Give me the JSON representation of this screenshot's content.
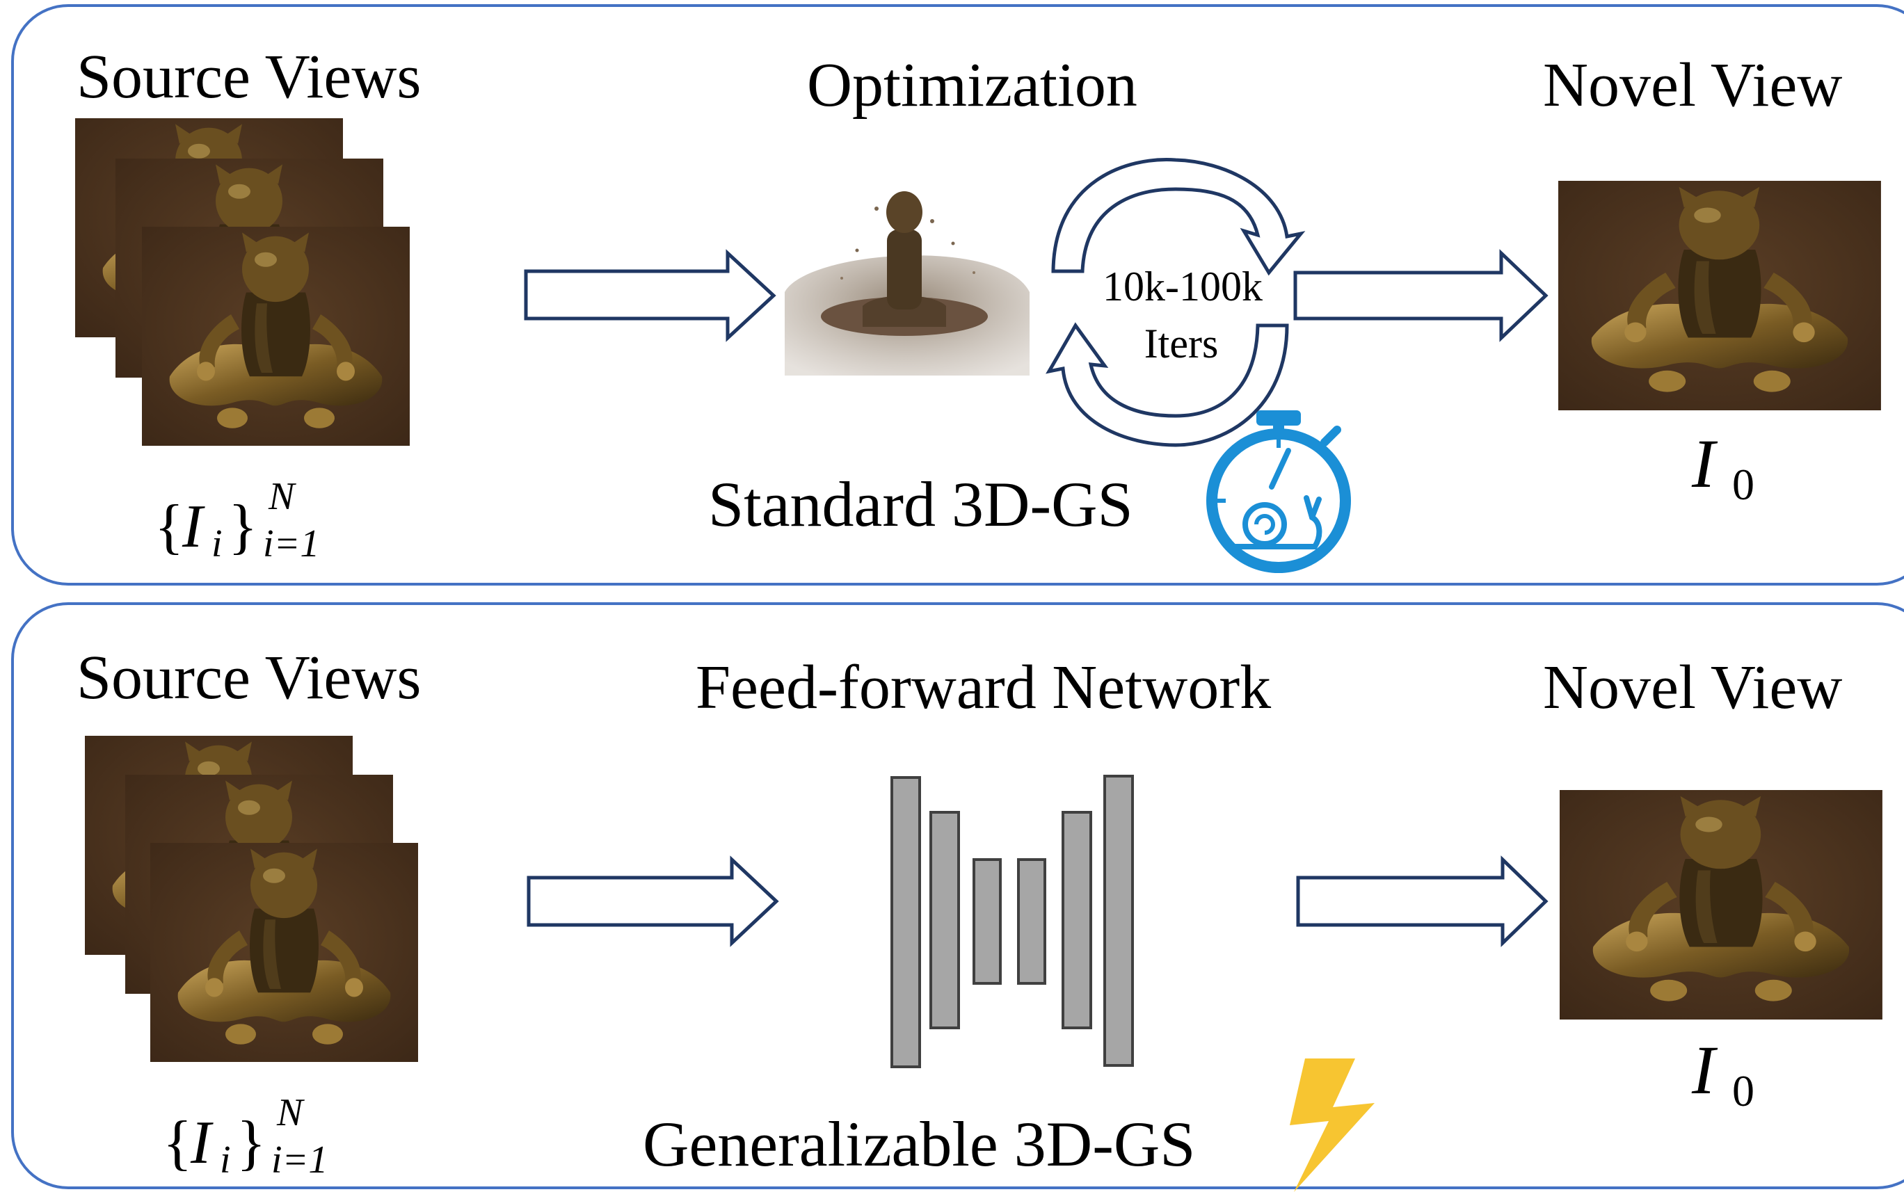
{
  "top_panel": {
    "source_label": "Source Views",
    "method_label": "Optimization",
    "output_label": "Novel View",
    "iter_line1": "10k-100k",
    "iter_line2": "Iters",
    "caption": "Standard 3D-GS",
    "caption_icon": "stopwatch-snail-icon",
    "input_math": {
      "open": "{",
      "var": "I",
      "sub": "i",
      "close": "}",
      "sup": "N",
      "lower": "i=1"
    },
    "output_math": {
      "var": "I",
      "sub": "0"
    }
  },
  "bottom_panel": {
    "source_label": "Source Views",
    "method_label": "Feed-forward Network",
    "output_label": "Novel View",
    "caption": "Generalizable 3D-GS",
    "caption_icon": "lightning-bolt-icon",
    "input_math": {
      "open": "{",
      "var": "I",
      "sub": "i",
      "close": "}",
      "sup": "N",
      "lower": "i=1"
    },
    "output_math": {
      "var": "I",
      "sub": "0"
    }
  },
  "colors": {
    "panel_border": "#4472c4",
    "arrow_stroke": "#1f3763",
    "cycle_stroke": "#1f3763",
    "network_fill": "#a6a6a6",
    "network_stroke": "#404040",
    "stopwatch": "#1b8fd6",
    "lightning": "#f7c531",
    "photo_bg": "#4a3320",
    "statue_gold": "#8a6a2c"
  }
}
